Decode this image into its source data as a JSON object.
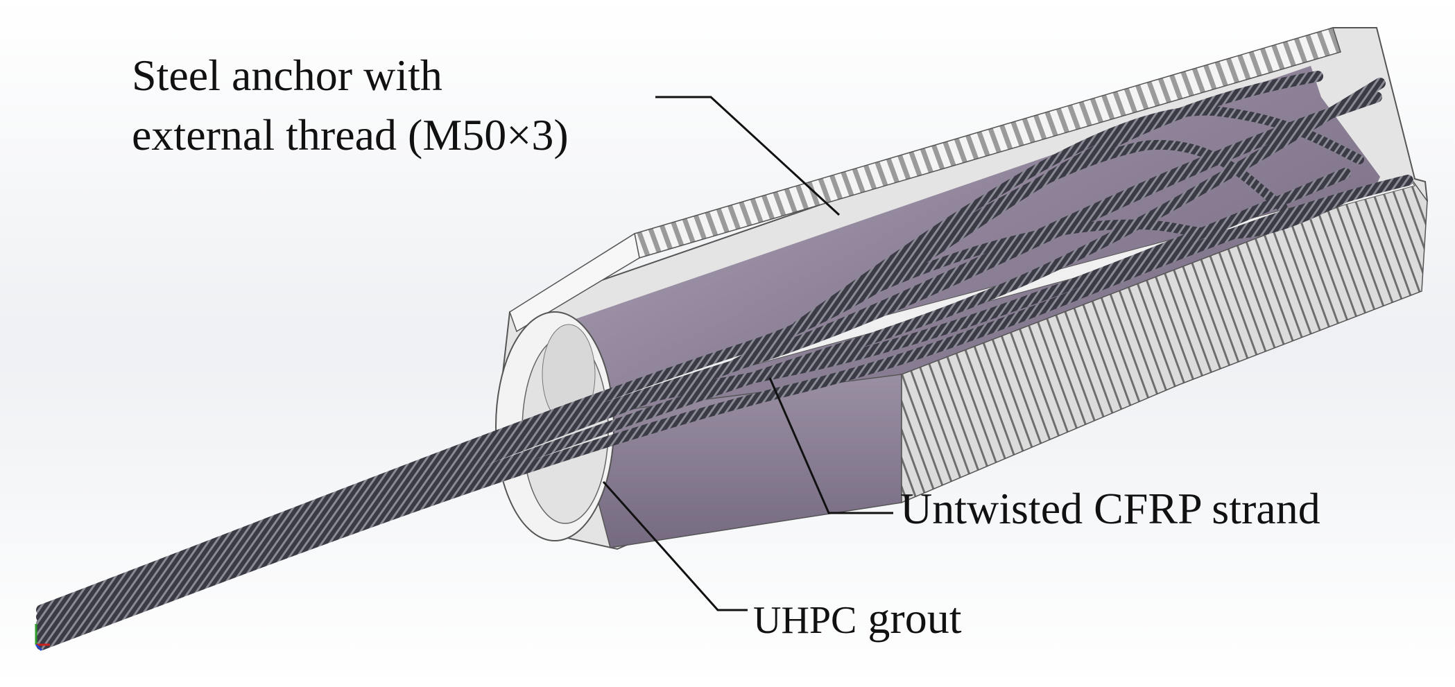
{
  "labels": {
    "anchor_line1": "Steel anchor with",
    "anchor_line2": "external thread (M50×3)",
    "strand": "Untwisted CFRP strand",
    "grout_prefix": "UHPC",
    "grout_suffix": "grout"
  },
  "colors": {
    "anchor_inner": "#8e8298",
    "anchor_inner_light": "#c4bcc9",
    "anchor_section": "#f2f2f2",
    "thread": "#8f8f8f",
    "strand": "#3a3a44",
    "grout": "#e8e8e8",
    "leader": "#111111"
  }
}
